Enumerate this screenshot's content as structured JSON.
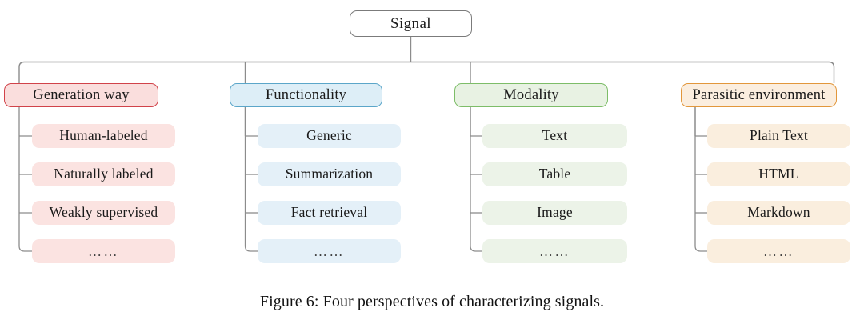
{
  "figure": {
    "caption": "Figure 6: Four perspectives of characterizing signals.",
    "root": {
      "label": "Signal",
      "border_color": "#7b7b7b"
    },
    "connector_color": "#8c8c8c",
    "branches": [
      {
        "header": "Generation way",
        "accent": "#d1434a",
        "fill": "#fbe3e1",
        "children": [
          {
            "label": "Human-labeled"
          },
          {
            "label": "Naturally labeled"
          },
          {
            "label": "Weakly supervised"
          },
          {
            "label": "……"
          }
        ]
      },
      {
        "header": "Functionality",
        "accent": "#5ba6c9",
        "fill": "#e4f0f8",
        "children": [
          {
            "label": "Generic"
          },
          {
            "label": "Summarization"
          },
          {
            "label": "Fact retrieval"
          },
          {
            "label": "……"
          }
        ]
      },
      {
        "header": "Modality",
        "accent": "#7dbd68",
        "fill": "#ecf3e8",
        "children": [
          {
            "label": "Text"
          },
          {
            "label": "Table"
          },
          {
            "label": "Image"
          },
          {
            "label": "……"
          }
        ]
      },
      {
        "header": "Parasitic environment",
        "accent": "#e2973c",
        "fill": "#faeede",
        "children": [
          {
            "label": "Plain Text"
          },
          {
            "label": "HTML"
          },
          {
            "label": "Markdown"
          },
          {
            "label": "……"
          }
        ]
      }
    ]
  }
}
